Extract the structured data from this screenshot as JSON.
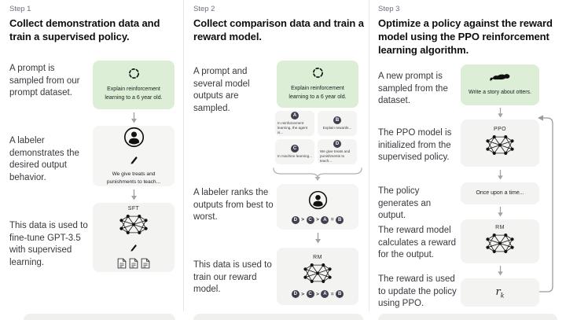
{
  "diagram": {
    "name": "RLHF training pipeline (3 steps)",
    "colors": {
      "background": "#ffffff",
      "green_box": "#dcefd6",
      "gray_box": "#f3f3f1",
      "letter_circle": "#40414f",
      "arrow": "#a3a3a3",
      "divider": "#e8e8e6",
      "step_label_text": "#6e6e80",
      "title_text": "#0e0e10"
    },
    "icons": [
      "sample-cycle-icon",
      "labeler-icon",
      "pen-icon",
      "network-icon",
      "document-icon",
      "otter-icon",
      "down-arrow-icon",
      "brace-down-icon",
      "loop-arrow-icon"
    ]
  },
  "steps": [
    {
      "label": "Step 1",
      "title": "Collect demonstration data and train a supervised policy.",
      "captions": [
        "A prompt is sampled from our prompt dataset.",
        "A labeler demonstrates the desired output behavior.",
        "This data is used to fine-tune GPT-3.5 with supervised learning."
      ],
      "prompt_text": "Explain reinforcement learning to a 6 year old.",
      "labeler_text": "We give treats and punishments to teach...",
      "sft_label": "SFT"
    },
    {
      "label": "Step 2",
      "title": "Collect comparison data and train a reward model.",
      "captions": [
        "A prompt and several model outputs are sampled.",
        "A labeler ranks the outputs from best to worst.",
        "This data is used to train our reward model."
      ],
      "prompt_text": "Explain reinforcement learning to a 6 year old.",
      "outputs": [
        {
          "letter": "A",
          "text": "In reinforcement learning, the agent is..."
        },
        {
          "letter": "B",
          "text": "Explain rewards..."
        },
        {
          "letter": "C",
          "text": "In machine learning..."
        },
        {
          "letter": "D",
          "text": "We give treats and punishments to teach..."
        }
      ],
      "ranking": {
        "items": [
          "D",
          "C",
          "A",
          "B"
        ],
        "separators": [
          ">",
          ">",
          "="
        ]
      },
      "rm_label": "RM"
    },
    {
      "label": "Step 3",
      "title": "Optimize a policy against the reward model using the PPO reinforcement learning algorithm.",
      "captions": [
        "A new prompt is sampled from the dataset.",
        "The PPO model is initialized from the supervised policy.",
        "The policy generates an output.",
        "The reward model calculates a reward for the output.",
        "The reward is used to update the policy using PPO."
      ],
      "prompt_text": "Write a story about otters.",
      "ppo_label": "PPO",
      "output_text": "Once upon a time...",
      "rm_label": "RM",
      "reward": {
        "base": "r",
        "sub": "k"
      }
    }
  ]
}
